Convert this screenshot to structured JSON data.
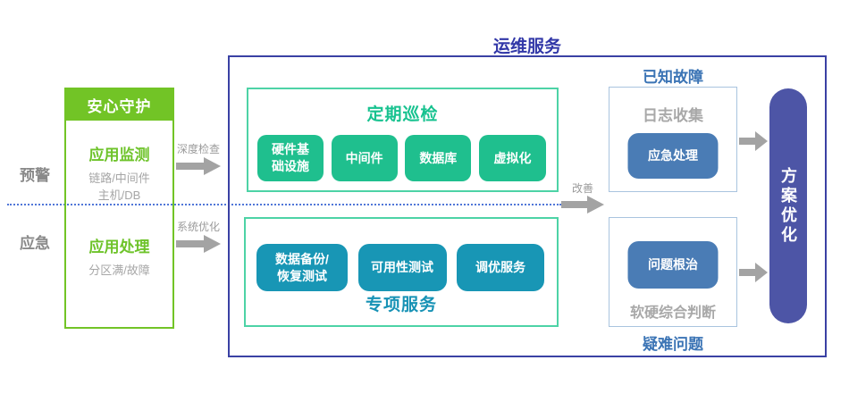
{
  "colors": {
    "bright_green": "#72C426",
    "teal_green": "#1FBF8E",
    "mint_border": "#4DD3A6",
    "teal_blue": "#1896B5",
    "medium_blue": "#4A7CB5",
    "light_blue_border": "#A9C4DF",
    "indigo_border": "#3A41A4",
    "indigo_title": "#3238A8",
    "purple_pill": "#4D55A6",
    "section_blue": "#3B74B5",
    "gray_text": "#A8A8A8",
    "arrow_gray": "#A3A3A3",
    "dotted_blue": "#5076D8"
  },
  "left_labels": {
    "warning": "预警",
    "emergency": "应急"
  },
  "guard_panel": {
    "title": "安心守护",
    "items": [
      {
        "title": "应用监测",
        "subtitle": "链路/中间件\n主机/DB"
      },
      {
        "title": "应用处理",
        "subtitle": "分区满/故障"
      }
    ]
  },
  "flow_labels": {
    "deep_check": "深度检查",
    "system_optimize": "系统优化",
    "improve": "改善"
  },
  "main_box": {
    "title": "运维服务",
    "inspection": {
      "title": "定期巡检",
      "items": [
        "硬件基\n础设施",
        "中间件",
        "数据库",
        "虚拟化"
      ]
    },
    "special": {
      "title": "专项服务",
      "items": [
        "数据备份/\n恢复测试",
        "可用性测试",
        "调优服务"
      ]
    },
    "known_fault": {
      "title": "已知故障",
      "label": "日志收集",
      "action": "应急处理"
    },
    "difficult": {
      "title": "疑难问题",
      "action": "问题根治",
      "label": "软硬综合判断"
    },
    "optimization": {
      "title": "方案优化"
    }
  }
}
